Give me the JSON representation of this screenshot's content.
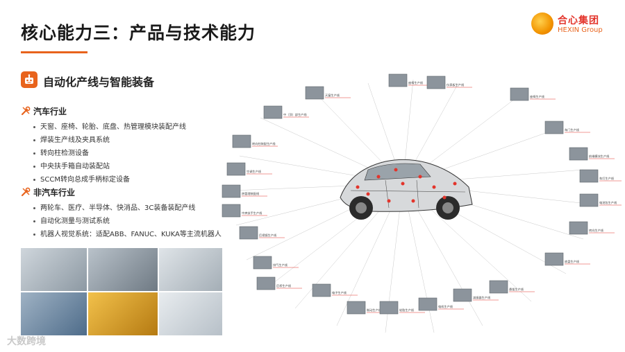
{
  "page": {
    "title": "核心能力三：产品与技术能力",
    "logo": {
      "name_cn": "合心集团",
      "name_en": "HEXIN Group"
    },
    "watermark": "大数跨境"
  },
  "section": {
    "title": "自动化产线与智能装备",
    "icon": "robot-icon"
  },
  "groups": [
    {
      "title": "汽车行业",
      "icon": "wrench-screwdriver-icon",
      "items": [
        "天窗、座椅、轮胎、底盘、热管理模块装配产线",
        "焊装生产线及夹具系统",
        "转向柱检测设备",
        "中央扶手箱自动装配站",
        "SCCM转向总成手柄标定设备"
      ]
    },
    {
      "title": "非汽车行业",
      "icon": "wrench-screwdriver-icon",
      "items": [
        "两轮车、医疗、半导体、快消品、3C装备装配产线",
        "自动化测量与测试系统",
        "机器人视觉系统：适配ABB、FANUC、KUKA等主流机器人"
      ]
    }
  ],
  "diagram": {
    "thumbs_top": [
      "天窗生产线",
      "座椅生产线",
      "仪表板生产线",
      "中（顶）部生产线"
    ],
    "thumbs_right": [
      "座椅生产线",
      "车门生产线",
      "前端模块生产线",
      "车灯生产线",
      "电池包生产线",
      "转向生产线",
      "底盘生产线"
    ],
    "thumbs_left": [
      "转向柱装配生产线",
      "空调生产线",
      "热管理装配线",
      "中央扶手生产线",
      "后视镜生产线",
      "排气生产线",
      "后桥生产线"
    ],
    "thumbs_bottom": [
      "电子生产线",
      "制动生产线",
      "轮胎生产线",
      "电机生产线",
      "减振器生产线",
      "悬架生产线"
    ],
    "colors": {
      "accent": "#e8631c",
      "brand_red": "#e3342b",
      "hotspot": "#e3342b"
    }
  }
}
